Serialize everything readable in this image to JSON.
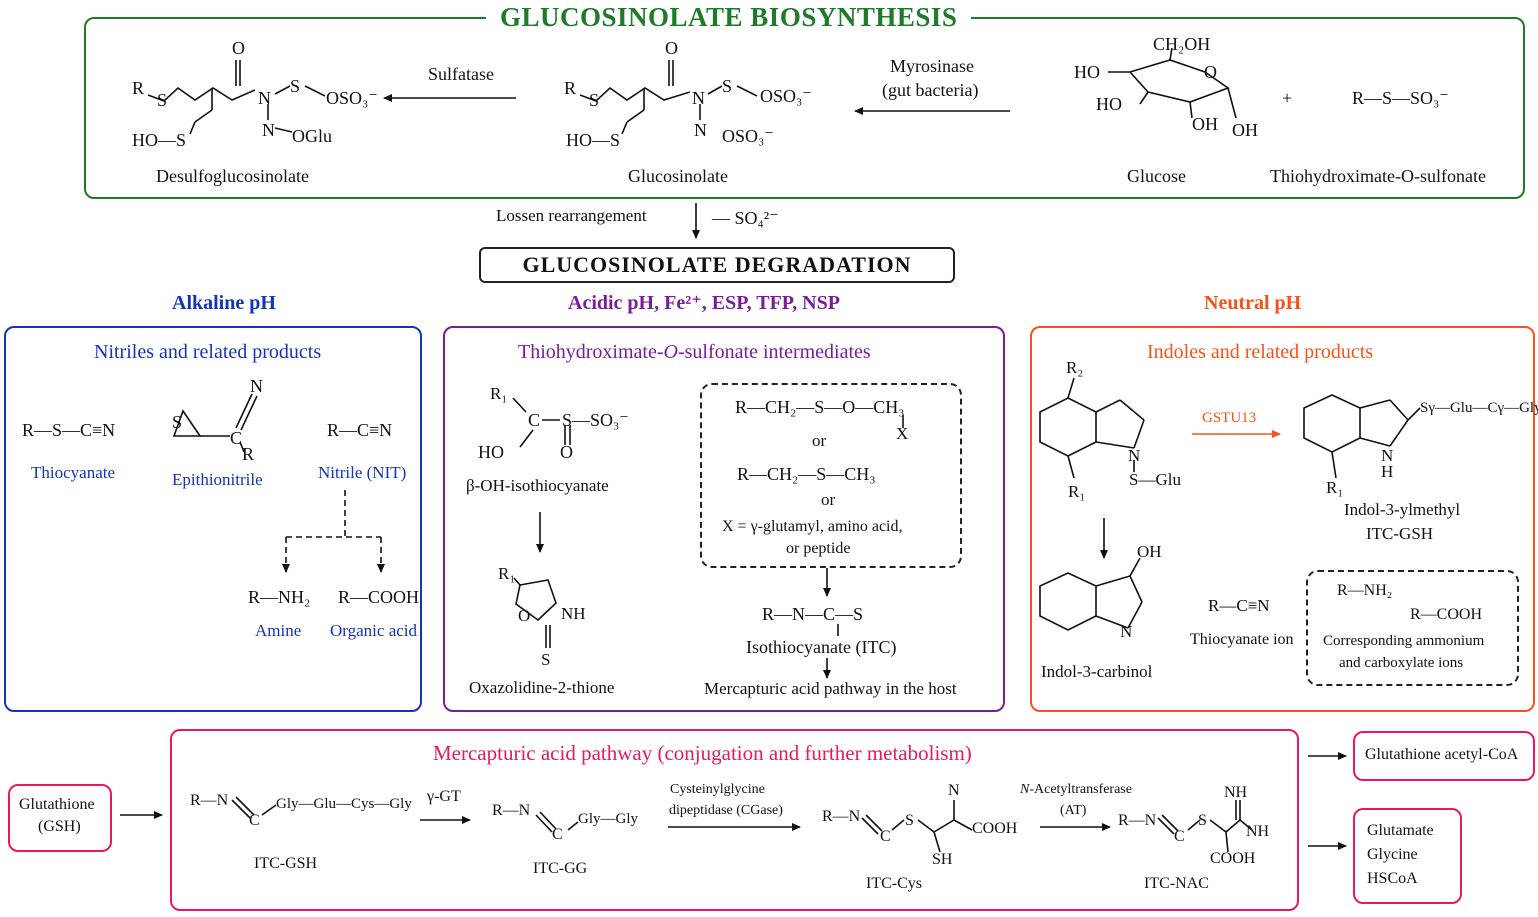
{
  "top": {
    "title": "GLUCOSINOLATE BIOSYNTHESIS",
    "desulfo_label": "Desulfoglucosinolate",
    "gluco_label": "Glucosinolate",
    "glucose_label": "Glucose",
    "thio_label": "Thiohydroximate-O-sulfonate",
    "sulfatase": "Sulfatase",
    "myrosinase": "Myrosinase",
    "gut_bacteria": "(gut bacteria)",
    "plus": "+",
    "r_s_so3": "R—S—SO₃⁻",
    "lossen": "Lossen rearrangement",
    "so4": "— SO₄²⁻",
    "ch2oh": "CH₂OH",
    "ho": "HO",
    "oh": "OH",
    "o": "O",
    "r": "R",
    "s": "S",
    "n": "N",
    "oso3": "OSO₃⁻",
    "oglu": "OGlu",
    "ho_s": "HO—S"
  },
  "degradation_title": "GLUCOSINOLATE DEGRADATION",
  "conditions": {
    "alkaline": "Alkaline pH",
    "acidic": "Acidic pH, Fe²⁺, ESP, TFP, NSP",
    "neutral": "Neutral pH"
  },
  "alkaline_box": {
    "title": "Nitriles and related products",
    "thiocyanate_formula": "R—S—C≡N",
    "thiocyanate": "Thiocyanate",
    "epithionitrile": "Epithionitrile",
    "nitrile_formula": "R—C≡N",
    "nitrile": "Nitrile (NIT)",
    "amine_formula": "R—NH₂",
    "amine": "Amine",
    "acid_formula": "R—COOH",
    "acid": "Organic acid",
    "n": "N",
    "s": "S",
    "c": "C",
    "r": "R"
  },
  "acidic_box": {
    "title_pre": "Thiohydroximate-",
    "title_o": "O",
    "title_post": "-sulfonate intermediates",
    "boh": "β-OH-isothiocyanate",
    "oxaz": "Oxazolidine-2-thione",
    "r1": "R₁",
    "formula1": "R—CH₂—S—O—CH₃",
    "x": "X",
    "or1": "or",
    "formula2": "R—CH₂—S—CH₃",
    "or2": "or",
    "x_def": "X = γ-glutamyl, amino acid,",
    "x_def2": "or peptide",
    "itc_formula": "R—N—C—S",
    "itc": "Isothiocyanate (ITC)",
    "mercap": "Mercapturic acid pathway in the host",
    "so3": "S—SO₃⁻",
    "c": "C",
    "ho": "HO",
    "o": "O",
    "nh": "NH",
    "s": "S"
  },
  "neutral_box": {
    "title": "Indoles and related products",
    "r2": "R₂",
    "r1": "R₁",
    "n_s_glu": "S—Glu",
    "n": "N",
    "gstu13": "GSTU13",
    "gsh_chain": "Sγ—Glu—Cγ—Gly",
    "nh": "H",
    "indol_itc_1": "Indol-3-ylmethyl",
    "indol_itc_2": "ITC-GSH",
    "oh": "OH",
    "indol_carb": "Indol-3-carbinol",
    "thio_formula": "R—C≡N",
    "thio_ion": "Thiocyanate ion",
    "nh2": "R—NH₂",
    "cooh": "R—COOH",
    "corr1": "Corresponding ammonium",
    "corr2": "and carboxylate ions"
  },
  "mercapturic": {
    "title": "Mercapturic acid pathway (conjugation and further metabolism)",
    "glutathione1": "Glutathione",
    "glutathione2": "(GSH)",
    "itc_gsh_chain": "Gly—Glu—Cys—Gly",
    "itc_gsh": "ITC-GSH",
    "ggt": "γ-GT",
    "itc_gg_chain": "Gly—Gly",
    "itc_gg": "ITC-GG",
    "cgase1": "Cysteinylglycine",
    "cgase2": "dipeptidase (CGase)",
    "itc_cys": "ITC-Cys",
    "at_pre": "N",
    "at1": "-Acetyltransferase",
    "at2": "(AT)",
    "itc_nac": "ITC-NAC",
    "rn": "R—N",
    "c": "C",
    "s": "S",
    "n": "N",
    "cooh": "COOH",
    "sh": "SH",
    "nh": "NH",
    "out1": "Glutathione acetyl-CoA",
    "out2a": "Glutamate",
    "out2b": "Glycine",
    "out2c": "HSCoA"
  },
  "colors": {
    "green": "#1f7a2a",
    "blue": "#1533b8",
    "purple": "#7a1d99",
    "orange": "#f2541b",
    "pink": "#e8195d"
  }
}
